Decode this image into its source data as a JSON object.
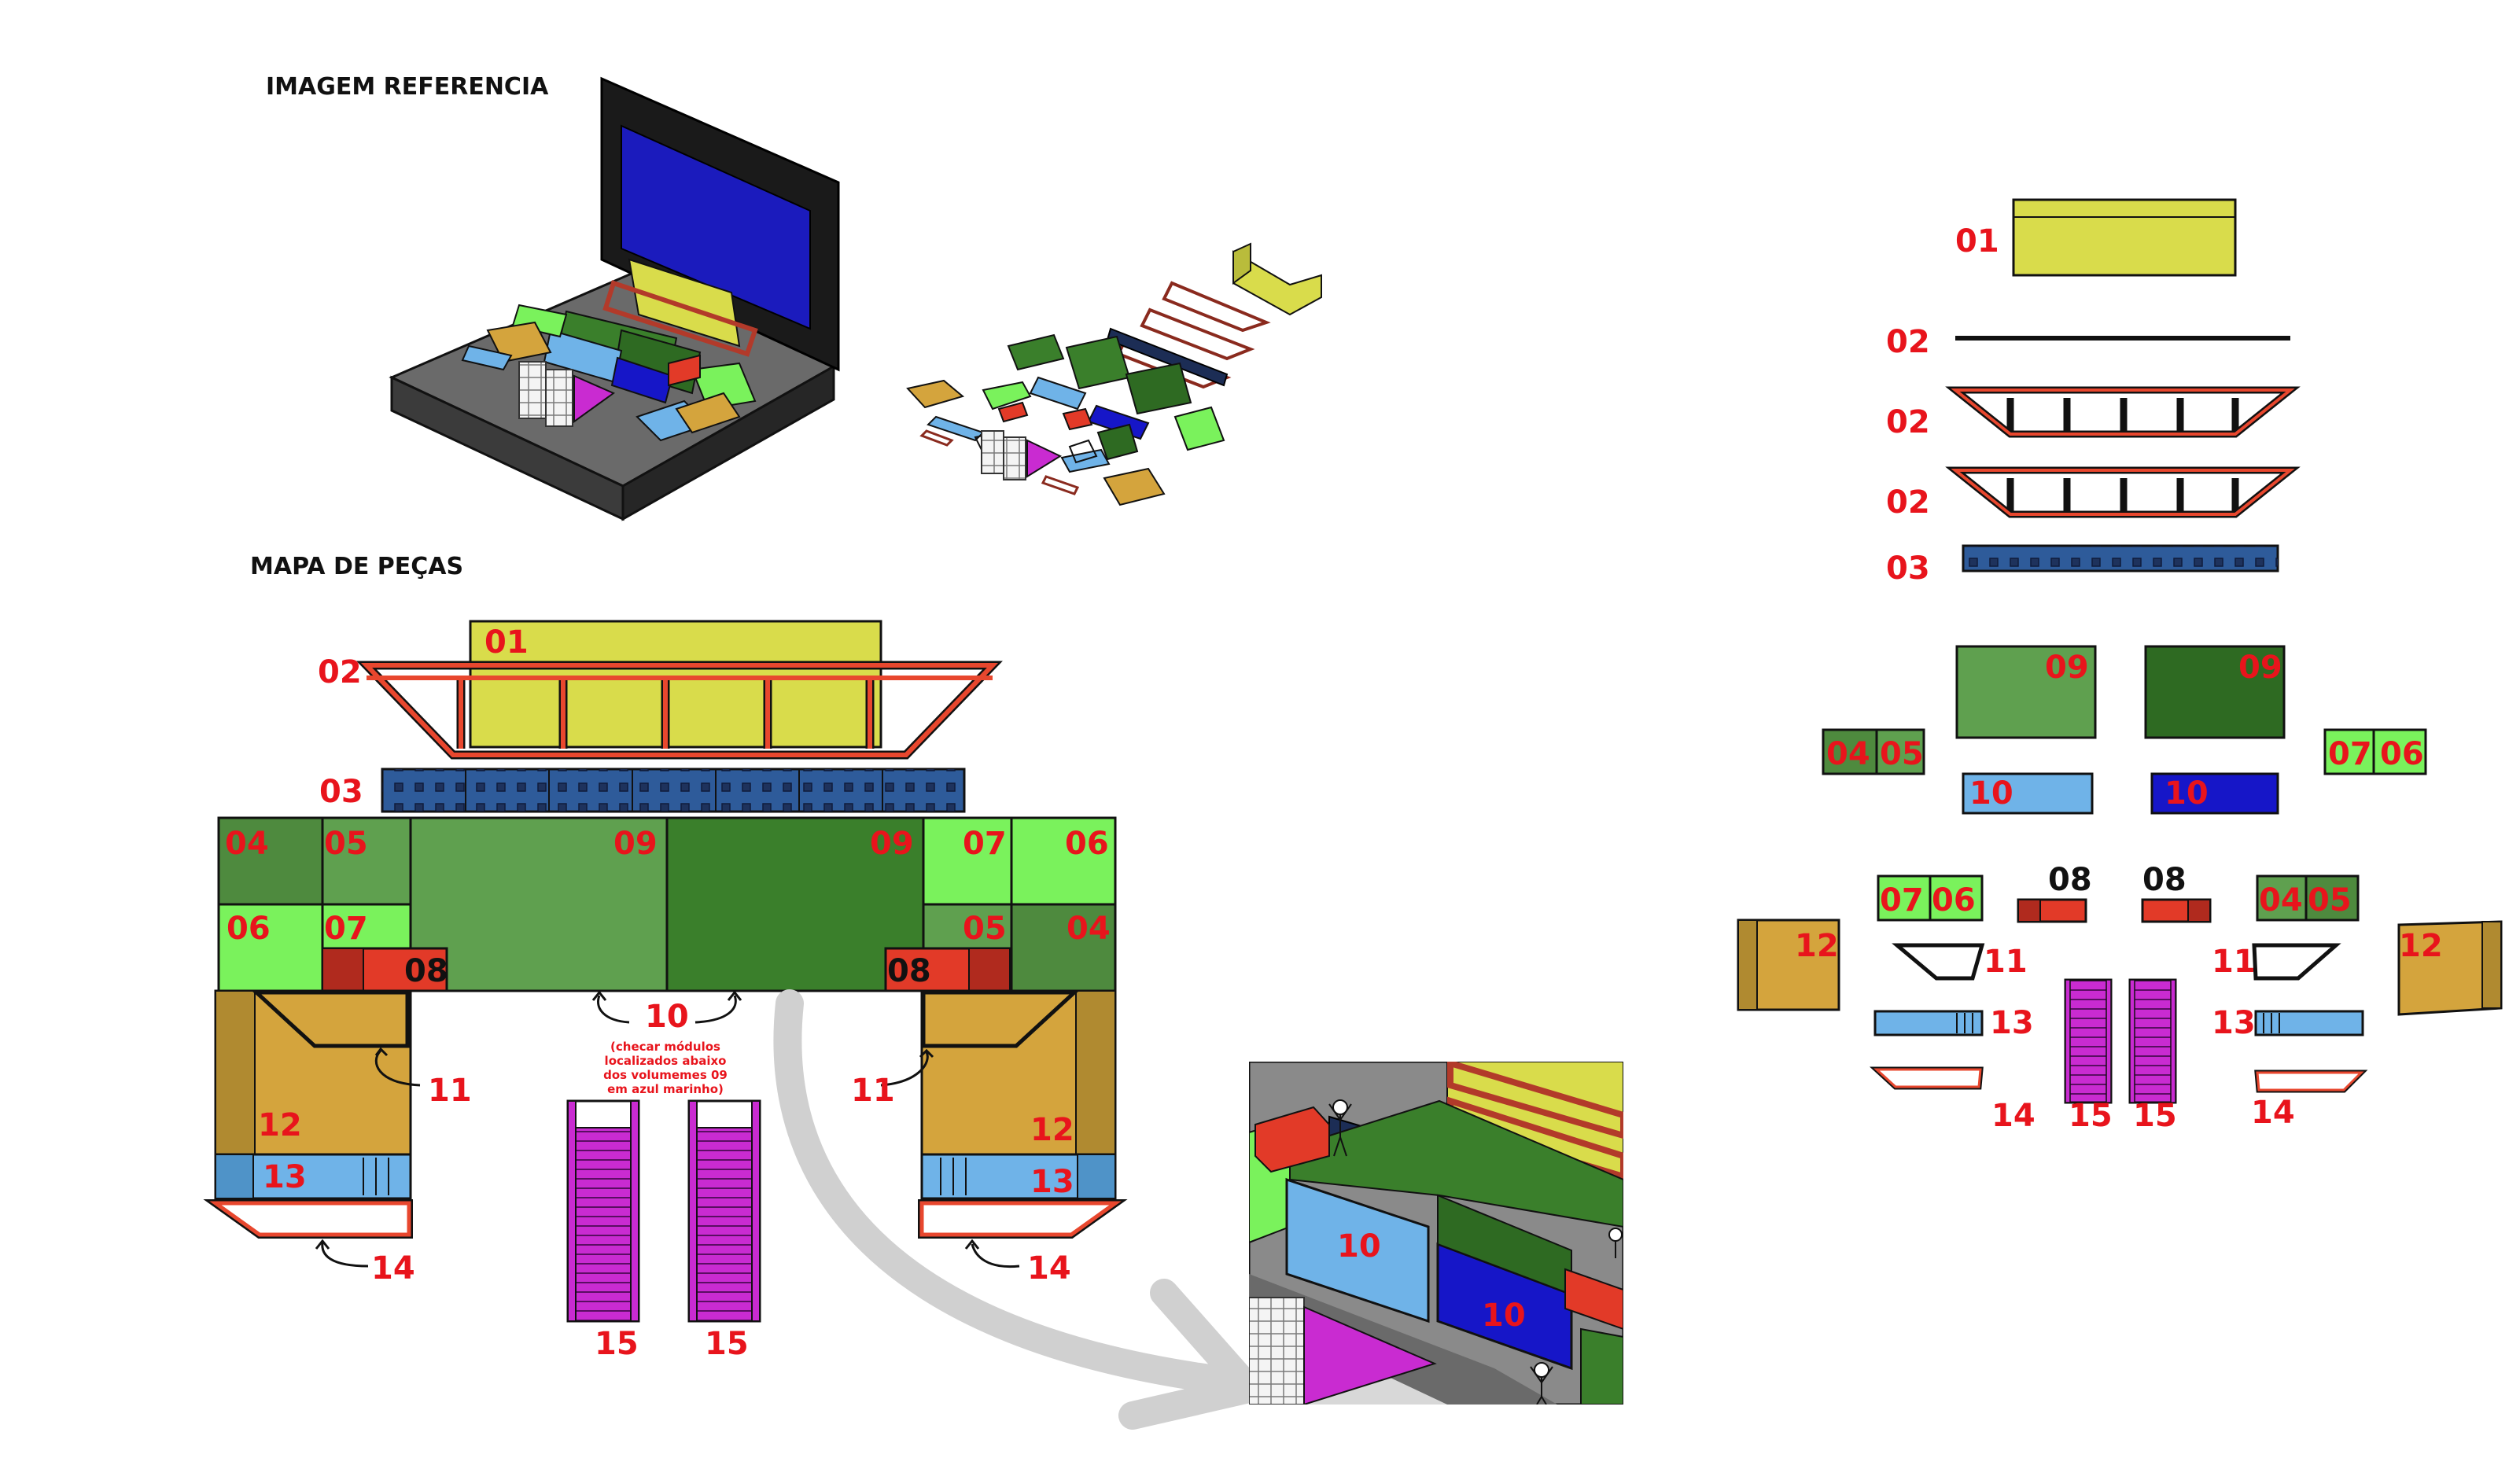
{
  "titles": {
    "reference": "IMAGEM REFERENCIA",
    "map": "MAPA DE PEÇAS"
  },
  "labels": {
    "p01": "01",
    "p02": "02",
    "p03": "03",
    "p04": "04",
    "p05": "05",
    "p06": "06",
    "p07": "07",
    "p08": "08",
    "p09": "09",
    "p10": "10",
    "p11": "11",
    "p12": "12",
    "p13": "13",
    "p14": "14",
    "p15": "15"
  },
  "note_lines": [
    "(checar módulos",
    "localizados abaixo",
    "dos volumemes 09",
    "em azul marinho)"
  ],
  "colors": {
    "yellow": "#d9dc4b",
    "frame_red": "#e8472e",
    "navy_strip": "#2e5b9a",
    "green_mid": "#5fa04f",
    "green_dark": "#3a7f2b",
    "green_light": "#7af25c",
    "red_block": "#e23a28",
    "tan": "#d4a43d",
    "light_blue": "#6fb3e8",
    "navy": "#1616c8",
    "magenta": "#c92bd1",
    "screen_blue": "#1b1bbd",
    "label_red": "#e8141c"
  }
}
